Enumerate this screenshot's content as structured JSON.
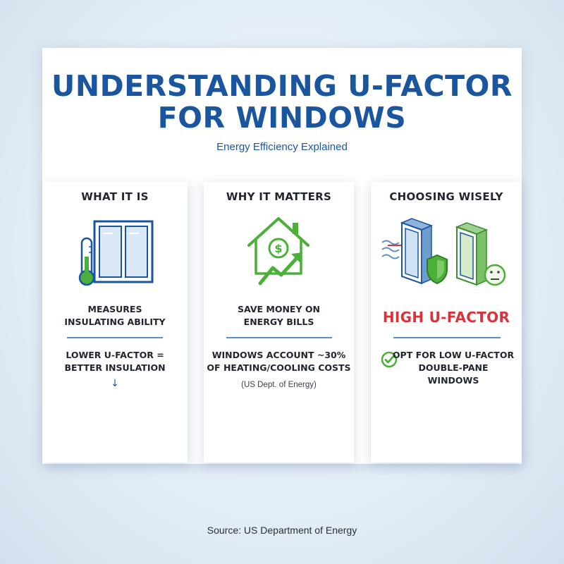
{
  "header": {
    "title_line1": "UNDERSTANDING U-FACTOR",
    "title_line2": "FOR WINDOWS",
    "subtitle": "Energy Efficiency Explained"
  },
  "columns": [
    {
      "heading": "WHAT IT IS",
      "icon": "window-thermometer-icon",
      "text1": "MEASURES\nINSULATING ABILITY",
      "text2": "LOWER U-FACTOR =\nBETTER INSULATION",
      "arrow": "↓"
    },
    {
      "heading": "WHY IT MATTERS",
      "icon": "house-dollar-growth-icon",
      "text1": "SAVE MONEY ON\nENERGY BILLS",
      "text2": "WINDOWS ACCOUNT ~30%\nOF HEATING/COOLING COSTS",
      "note": "(US Dept. of Energy)"
    },
    {
      "heading": "CHOOSING WISELY",
      "icon": "window-comparison-icon",
      "label": "HIGH U-FACTOR",
      "text2": "OPT FOR LOW U-FACTOR\nDOUBLE-PANE\nWINDOWS",
      "check_icon": "check-circle-icon"
    }
  ],
  "footer": {
    "source": "Source: US Department of Energy"
  },
  "colors": {
    "title_blue": "#1a56a0",
    "accent_green": "#4caf3a",
    "alert_red": "#d6343a",
    "rule_blue": "#5b8fc6"
  }
}
